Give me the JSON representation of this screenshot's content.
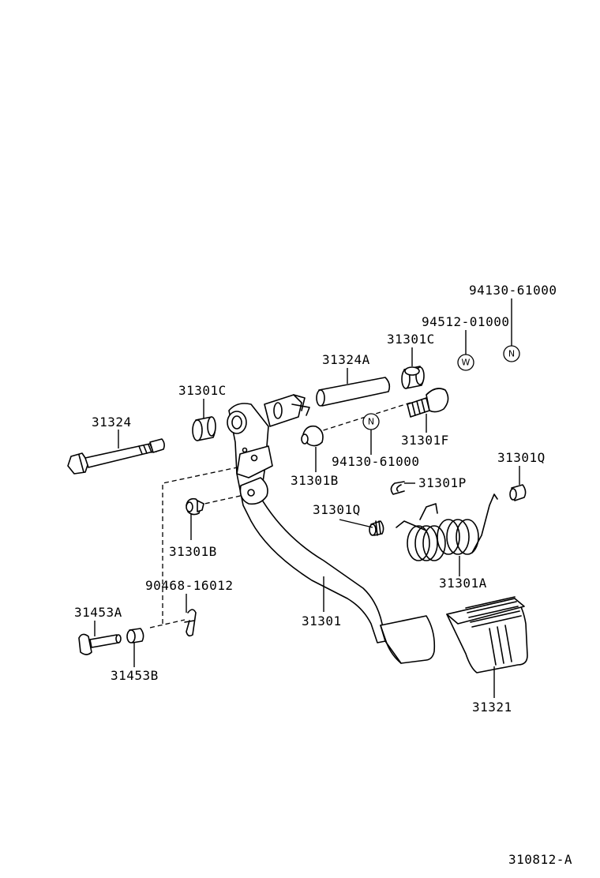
{
  "labels": {
    "p_94130_61000_top": "94130-61000",
    "p_94512_01000": "94512-01000",
    "p_31301C_right": "31301C",
    "p_31324A": "31324A",
    "p_31301C_left": "31301C",
    "p_31324": "31324",
    "p_31301F": "31301F",
    "p_94130_61000_mid": "94130-61000",
    "p_31301B_top": "31301B",
    "p_31301Q_right": "31301Q",
    "p_31301P": "31301P",
    "p_31301Q_left": "31301Q",
    "p_31301B_bottom": "31301B",
    "p_31301A": "31301A",
    "p_90468_16012": "90468-16012",
    "p_31453A": "31453A",
    "p_31301": "31301",
    "p_31453B": "31453B",
    "p_31321": "31321",
    "diagram_code": "310812-A"
  },
  "symbols": {
    "nut_symbol": "N",
    "washer_symbol": "W"
  },
  "icons": [
    "bolt-icon",
    "bushing-icon",
    "collar-icon",
    "pedal-arm-icon",
    "spring-icon",
    "pedal-pad-icon",
    "nut-icon",
    "washer-icon",
    "clip-icon",
    "pin-icon"
  ]
}
